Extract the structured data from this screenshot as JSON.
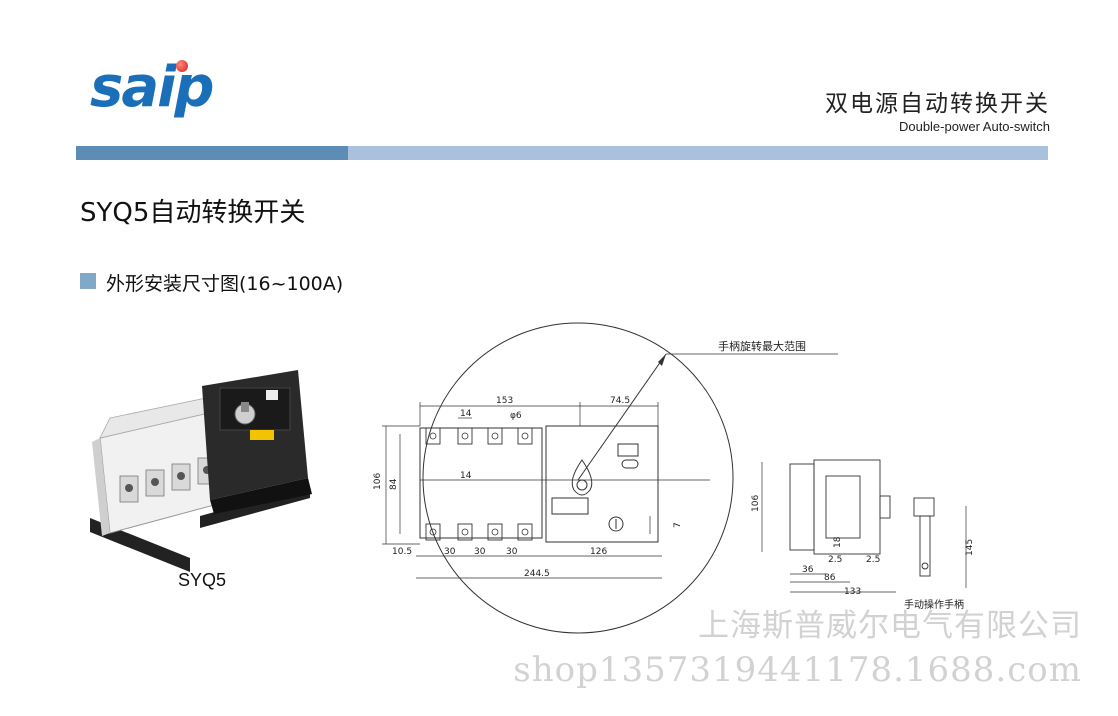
{
  "brand": {
    "logo_text": "saip"
  },
  "header": {
    "title_cn": "双电源自动转换开关",
    "title_en": "Double-power Auto-switch"
  },
  "product": {
    "title": "SYQ5自动转换开关"
  },
  "section": {
    "title": "外形安装尺寸图(16~100A)"
  },
  "photo": {
    "caption": "SYQ5"
  },
  "drawing": {
    "handle_range_label": "手柄旋转最大范围",
    "manual_handle_label": "手动操作手柄",
    "dims": {
      "d153": "153",
      "d74_5": "74.5",
      "d14a": "14",
      "phi6": "φ6",
      "d106a": "106",
      "d84": "84",
      "d14b": "14",
      "d7": "7",
      "d10_5": "10.5",
      "d30a": "30",
      "d30b": "30",
      "d30c": "30",
      "d126": "126",
      "d244_5": "244.5",
      "d106b": "106",
      "d18": "18",
      "d2_5a": "2.5",
      "d2_5b": "2.5",
      "d36": "36",
      "d86": "86",
      "d133": "133",
      "d145": "145"
    }
  },
  "watermark": {
    "company": "上海斯普威尔电气有限公司",
    "url": "shop1357319441178.1688.com"
  },
  "colors": {
    "band_dark": "#5d8db5",
    "band_light": "#a9c1dc",
    "logo_blue": "#1b6fb8",
    "logo_dot": "#d31f1f",
    "section_square": "#7fa8c9"
  }
}
